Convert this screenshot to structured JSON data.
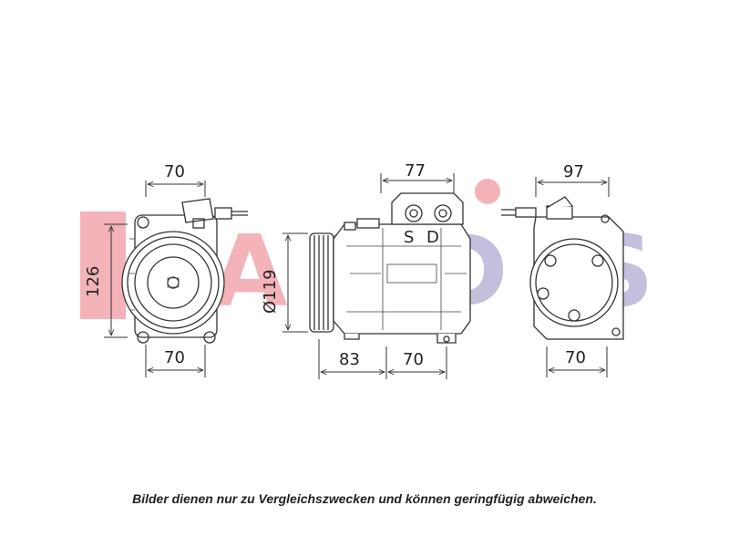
{
  "dimensions": {
    "front_top_width": "70",
    "front_height": "126",
    "front_bottom_width": "70",
    "side_top_width": "77",
    "side_diameter": "Ø119",
    "side_bottom_left": "83",
    "side_bottom_right": "70",
    "back_top_width": "97",
    "back_bottom_width": "70"
  },
  "port_labels": {
    "suction": "S",
    "discharge": "D"
  },
  "watermark": {
    "text": "AKS DASIS",
    "colors": {
      "red": "#f2a6ad",
      "blue": "#b9b5d8"
    }
  },
  "caption": "Bilder dienen nur zu Vergleichszwecken und können geringfügig abweichen."
}
